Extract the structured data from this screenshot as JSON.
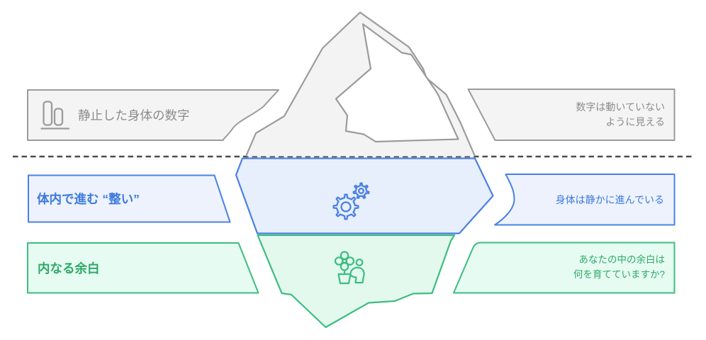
{
  "colors": {
    "surface": {
      "border": "#9b9b9b",
      "box_fill": "#f4f4f4",
      "text": "#8c8c8c",
      "berg_fill": "#f3f3f3"
    },
    "middle": {
      "border": "#4a80e2",
      "box_fill": "#edf2fd",
      "text": "#3d79dd",
      "berg_fill": "#e7eefc"
    },
    "deep": {
      "border": "#3cbd80",
      "box_fill": "#e6fbf2",
      "text": "#2fa968",
      "berg_fill": "#e3f9ee"
    },
    "waterline": "#4c4c4c"
  },
  "rows": {
    "surface": {
      "left_label": "静止した身体の数字",
      "right_label": "数字は動いていない\nように見える",
      "icon": "bar-chart"
    },
    "middle": {
      "left_label": "体内で進む “整い”",
      "right_label": "身体は静かに進んでいる",
      "icon": "gears"
    },
    "deep": {
      "left_label": "内なる余白",
      "right_label": "あなたの中の余白は\n何を育てていますか?",
      "icon": "plant-person"
    }
  }
}
